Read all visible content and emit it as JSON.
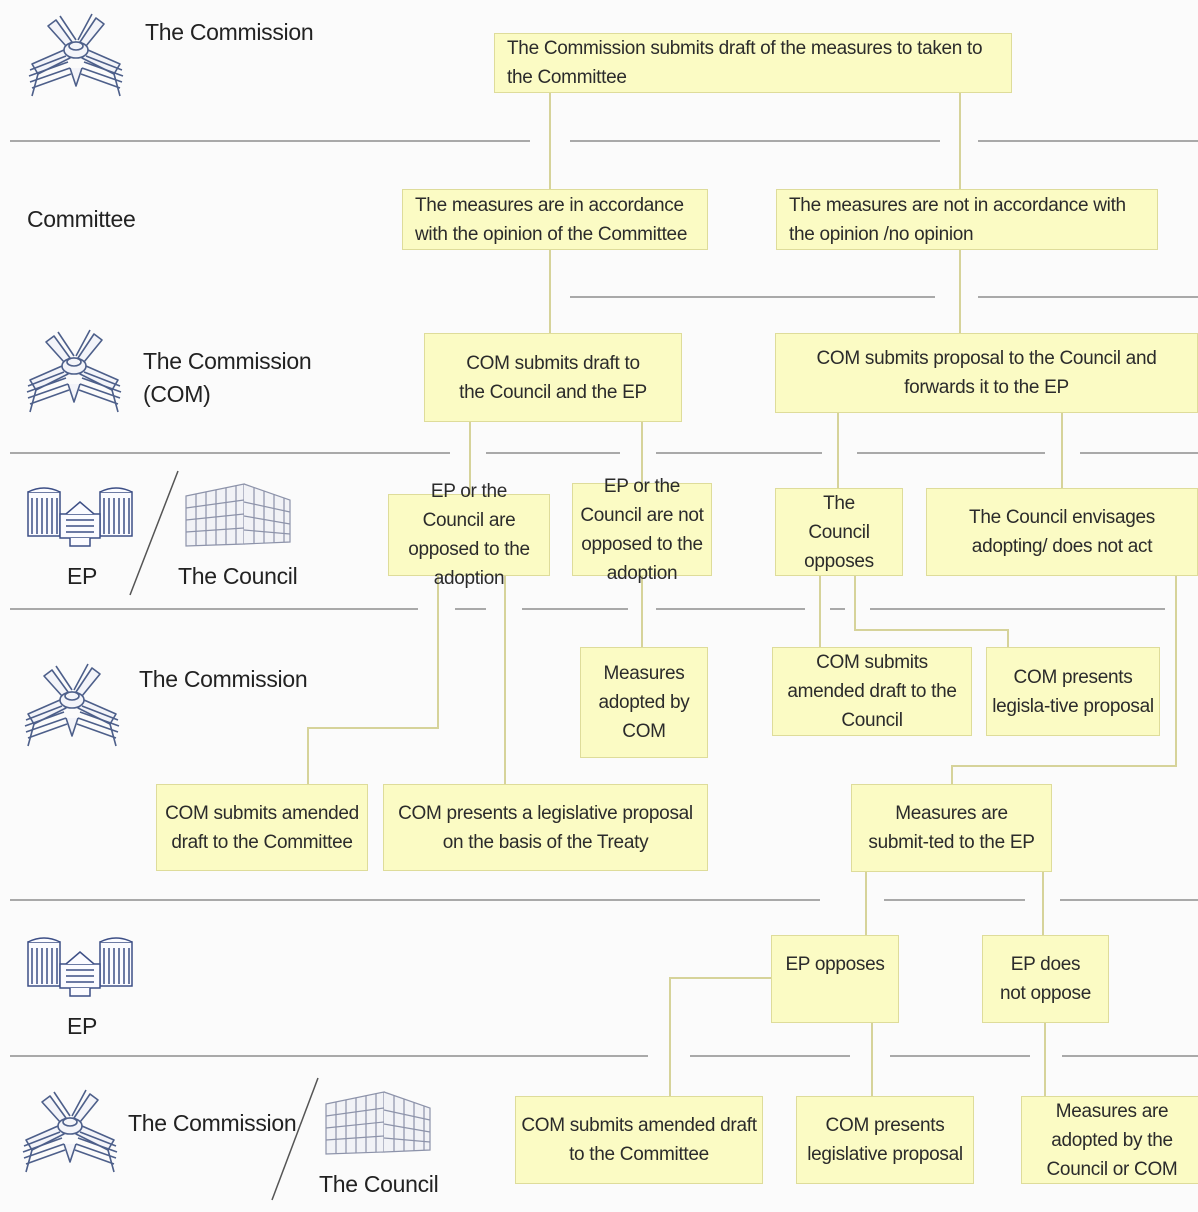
{
  "rows": {
    "row1": "The Commission",
    "row2": "Committee",
    "row3": "The Commission (COM)",
    "row4_ep": "EP",
    "row4_council": "The Council",
    "row5": "The Commission",
    "row6_ep": "EP",
    "row7_com": "The Commission",
    "row7_council": "The Council"
  },
  "icons": {
    "commission": "berlaymont-building-icon",
    "ep": "european-parliament-building-icon",
    "council": "council-building-icon"
  },
  "boxes": {
    "b1": "The Commission submits draft of the measures to taken to the Committee",
    "b2": "The measures are in accordance with the opinion of the Committee",
    "b3": "The measures are not in accordance with the opinion /no opinion",
    "b4": "COM submits draft to the Council and the EP",
    "b5": "COM submits proposal to the Council and forwards it to the EP",
    "b6": "EP or the Council are opposed to the adoption",
    "b7": "EP or the Council are not opposed to the adoption",
    "b8": "The Council opposes",
    "b9": "The Council envisages adopting/ does not act",
    "b10": "Measures adopted by COM",
    "b11": "COM submits amended draft to the Council",
    "b12": "COM presents legisla-tive proposal",
    "b13": "COM submits amended draft to the Committee",
    "b14": "COM presents a legislative proposal on the basis of the Treaty",
    "b15": "Measures are submit-ted to the EP",
    "b16": "EP opposes",
    "b17": "EP does not oppose",
    "b18": "COM submits amended draft to the Committee",
    "b19": "COM presents legislative proposal",
    "b20": "Measures are adopted by the Council or COM"
  },
  "colors": {
    "box_fill": "#fbfbc4",
    "box_border": "#dedc9a",
    "connector": "#d6d39a",
    "separator": "#a9a9a9",
    "icon_stroke": "#4d5f8a"
  }
}
